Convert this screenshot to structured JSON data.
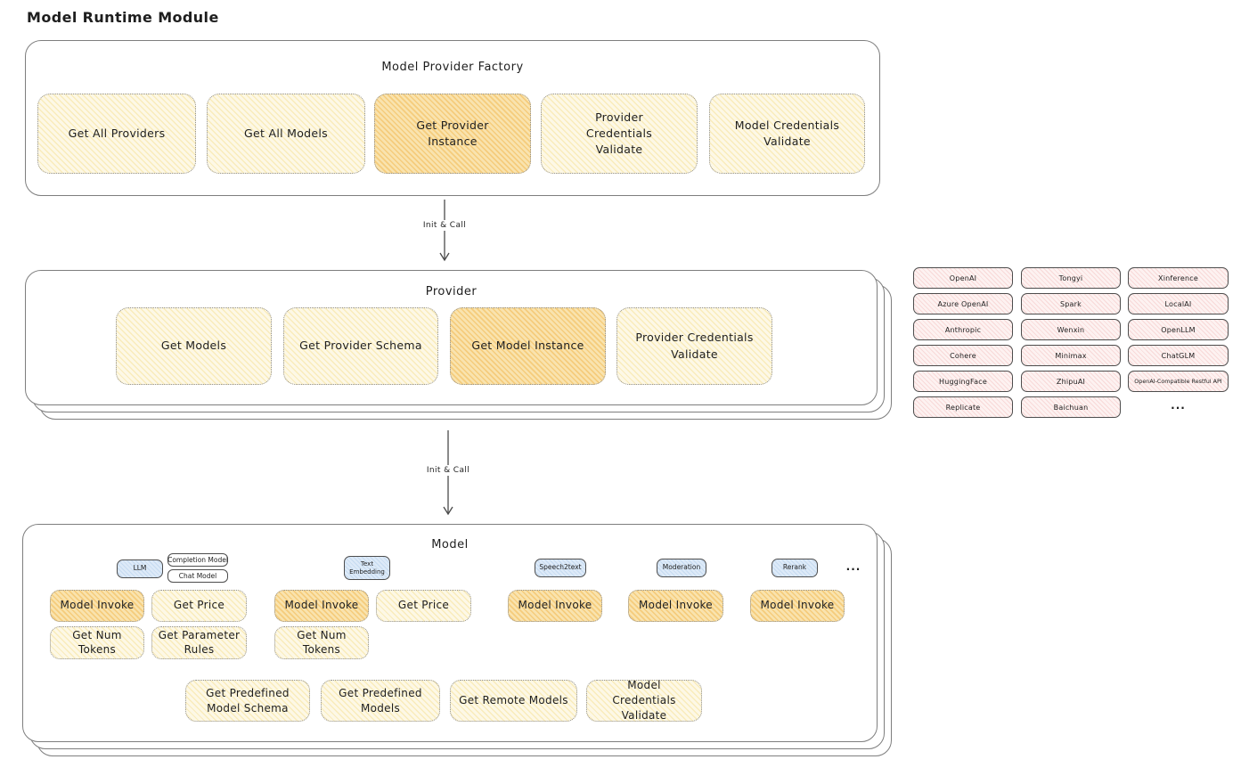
{
  "page": {
    "title": "Model Runtime Module"
  },
  "factory": {
    "title": "Model Provider Factory",
    "cards": [
      {
        "label": "Get All Providers",
        "highlight": false
      },
      {
        "label": "Get All Models",
        "highlight": false
      },
      {
        "label": "Get Provider Instance",
        "highlight": true
      },
      {
        "label": "Provider Credentials Validate",
        "highlight": false
      },
      {
        "label": "Model Credentials Validate",
        "highlight": false
      }
    ]
  },
  "flow": {
    "arrow1_label": "Init & Call",
    "arrow2_label": "Init & Call"
  },
  "provider": {
    "title": "Provider",
    "cards": [
      {
        "label": "Get Models",
        "highlight": false
      },
      {
        "label": "Get Provider Schema",
        "highlight": false
      },
      {
        "label": "Get Model Instance",
        "highlight": true
      },
      {
        "label": "Provider Credentials Validate",
        "highlight": false
      }
    ]
  },
  "providers_list": {
    "col1": [
      "OpenAI",
      "Azure OpenAI",
      "Anthropic",
      "Cohere",
      "HuggingFace",
      "Replicate"
    ],
    "col2": [
      "Tongyi",
      "Spark",
      "Wenxin",
      "Minimax",
      "ZhipuAI",
      "Baichuan"
    ],
    "col3": [
      "Xinference",
      "LocalAI",
      "OpenLLM",
      "ChatGLM",
      "OpenAI-Compatible Restful API"
    ],
    "more": "..."
  },
  "model": {
    "title": "Model",
    "tags": {
      "llm": "LLM",
      "completion": "Completion Model",
      "chat": "Chat Model",
      "text_embedding": "Text Embedding",
      "speech2text": "Speech2text",
      "moderation": "Moderation",
      "rerank": "Rerank",
      "more": "..."
    },
    "cards": {
      "llm_invoke": "Model Invoke",
      "llm_price": "Get Price",
      "llm_tokens": "Get Num Tokens",
      "llm_rules": "Get Parameter Rules",
      "emb_invoke": "Model Invoke",
      "emb_price": "Get Price",
      "emb_tokens": "Get Num Tokens",
      "s2t_invoke": "Model Invoke",
      "mod_invoke": "Model Invoke",
      "rerank_invoke": "Model Invoke"
    },
    "bottom_cards": [
      "Get Predefined Model Schema",
      "Get Predefined Models",
      "Get Remote Models",
      "Model Credentials Validate"
    ]
  }
}
